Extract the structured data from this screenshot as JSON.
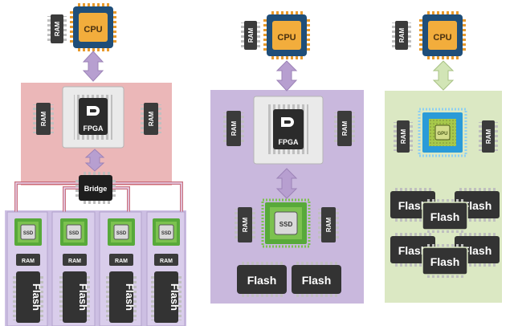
{
  "labels": {
    "cpu": "CPU",
    "ram": "RAM",
    "fpga": "FPGA",
    "bridge": "Bridge",
    "ssd": "SSD",
    "flash": "Flash",
    "gpu": "GPU"
  },
  "colors": {
    "panel_1": "#ebb7b8",
    "panel_1_bottom": "#cdbfe3",
    "panel_2": "#c9b8dd",
    "panel_3": "#dbe8c3",
    "cpu_core": "#f2ad3c",
    "cpu_frame": "#1f4e79",
    "chip_dark": "#3b3b3b",
    "ssd_frame": "#58a93a",
    "gpu_frame": "#2a9bd8",
    "arrow_purple": "#b79fd0",
    "arrow_green": "#d2e5b6",
    "bus_red": "#c25a6b"
  },
  "icons": [
    "cpu-chip-icon",
    "ram-chip-icon",
    "fpga-chip-icon",
    "bridge-chip-icon",
    "ssd-chip-icon",
    "flash-chip-icon",
    "gpu-chip-icon"
  ]
}
